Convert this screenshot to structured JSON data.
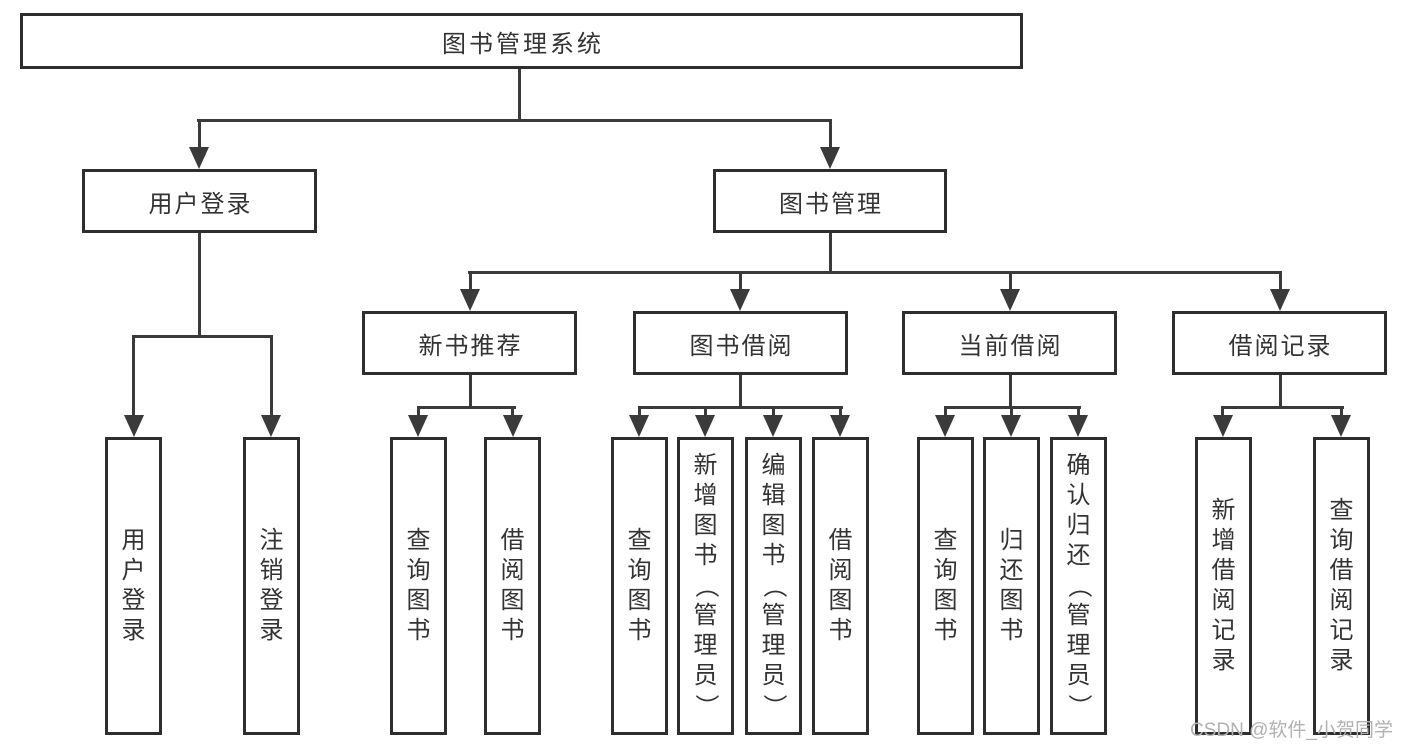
{
  "colors": {
    "line": "#3a3a3a",
    "box_border": "#2e2e2e",
    "text": "#333333",
    "watermark": "#b2b2b2",
    "background": "#ffffff"
  },
  "watermark": "CSDN @软件_小贺同学",
  "tree": {
    "root": {
      "label": "图书管理系统"
    },
    "branches": [
      {
        "label": "用户登录",
        "leaves": [
          {
            "label": "用户登录"
          },
          {
            "label": "注销登录"
          }
        ]
      },
      {
        "label": "图书管理",
        "groups": [
          {
            "label": "新书推荐",
            "leaves": [
              {
                "label": "查询图书"
              },
              {
                "label": "借阅图书"
              }
            ]
          },
          {
            "label": "图书借阅",
            "leaves": [
              {
                "label": "查询图书"
              },
              {
                "label": "新增图书（管理员）"
              },
              {
                "label": "编辑图书（管理员）"
              },
              {
                "label": "借阅图书"
              }
            ]
          },
          {
            "label": "当前借阅",
            "leaves": [
              {
                "label": "查询图书"
              },
              {
                "label": "归还图书"
              },
              {
                "label": "确认归还（管理员）"
              }
            ]
          },
          {
            "label": "借阅记录",
            "leaves": [
              {
                "label": "新增借阅记录"
              },
              {
                "label": "查询借阅记录"
              }
            ]
          }
        ]
      }
    ]
  }
}
